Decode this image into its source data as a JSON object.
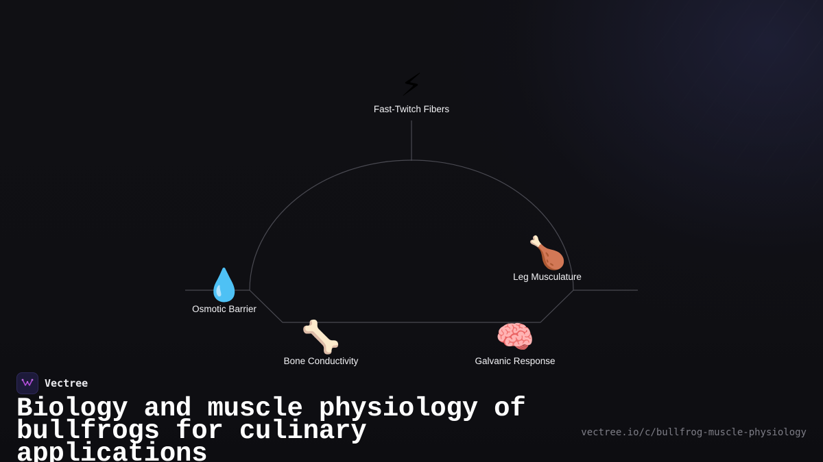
{
  "diagram": {
    "nodes": [
      {
        "id": "fast-twitch",
        "icon": "⚡",
        "icon_name": "lightning-icon",
        "label": "Fast-Twitch Fibers"
      },
      {
        "id": "leg-musculature",
        "icon": "🍗",
        "icon_name": "drumstick-icon",
        "label": "Leg Musculature"
      },
      {
        "id": "osmotic-barrier",
        "icon": "💧",
        "icon_name": "droplet-icon",
        "label": "Osmotic Barrier"
      },
      {
        "id": "bone-conductivity",
        "icon": "🦴",
        "icon_name": "bone-icon",
        "label": "Bone Conductivity"
      },
      {
        "id": "galvanic-response",
        "icon": "🧠",
        "icon_name": "brain-icon",
        "label": "Galvanic Response"
      }
    ],
    "line_color": "#4a4a52"
  },
  "brand": {
    "name": "Vectree",
    "logo_icon": "vectree-logo-icon",
    "logo_color": "#b04ad8"
  },
  "title": "Biology and muscle physiology of bullfrogs for culinary applications",
  "url": "vectree.io/c/bullfrog-muscle-physiology"
}
